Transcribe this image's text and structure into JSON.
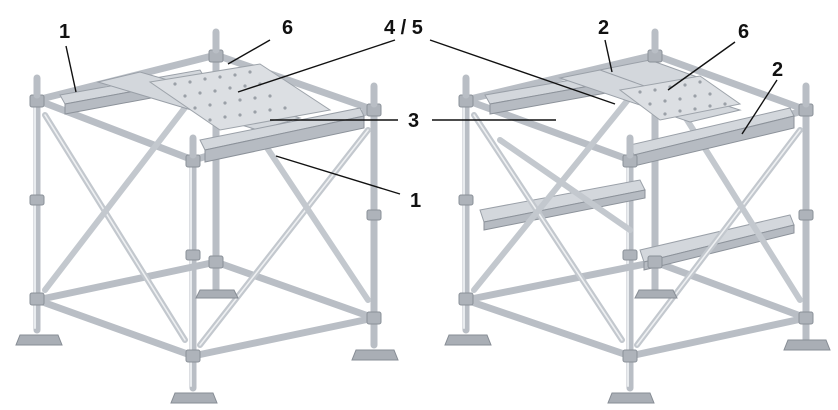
{
  "figure": {
    "left_structure": {
      "labels": [
        "1",
        "6",
        "3",
        "1"
      ]
    },
    "right_structure": {
      "labels": [
        "2",
        "6",
        "2"
      ]
    },
    "shared_labels": [
      "4 / 5",
      "3"
    ]
  },
  "colors": {
    "steel": "#b9bec5",
    "steel_highlight": "#e9ecef",
    "plate": "#dcdfe3",
    "label": "#111111"
  }
}
